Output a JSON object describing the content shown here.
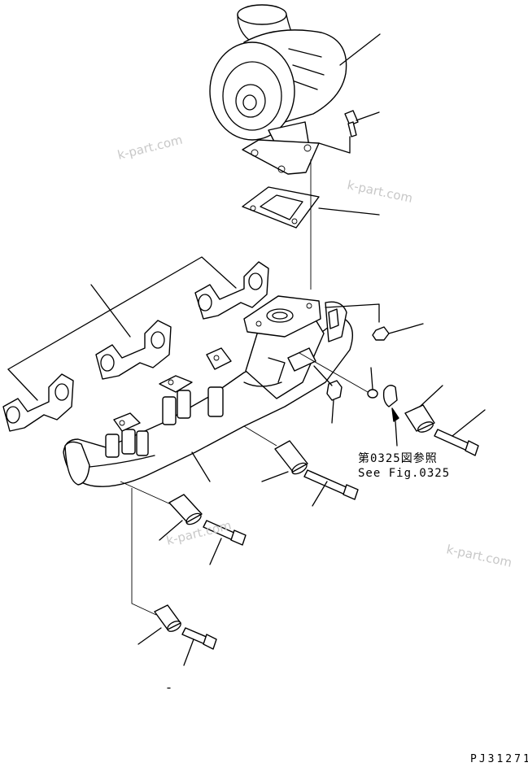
{
  "watermarks": [
    "k-part.com",
    "k-part.com",
    "k-part.com",
    "k-part.com"
  ],
  "reference_note": {
    "jp": "第0325図参照",
    "en": "See Fig.0325"
  },
  "drawing_code": "PJ31271",
  "colors": {
    "line": "#000000",
    "watermark": "#c8c8c8",
    "background": "#ffffff"
  }
}
